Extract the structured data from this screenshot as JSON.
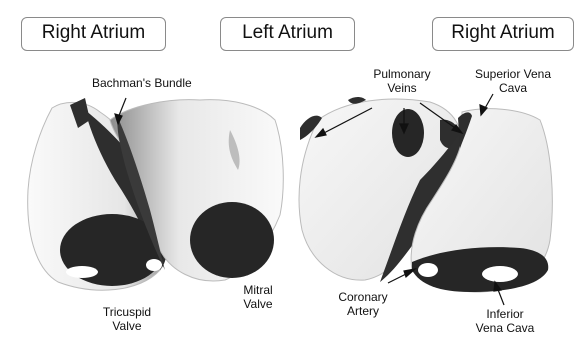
{
  "headers": {
    "left": "Right Atrium",
    "center": "Left Atrium",
    "right": "Right Atrium"
  },
  "labels": {
    "bachmans_bundle": "Bachman's Bundle",
    "pulmonary_veins_1": "Pulmonary",
    "pulmonary_veins_2": "Veins",
    "superior_vena_cava_1": "Superior Vena",
    "superior_vena_cava_2": "Cava",
    "tricuspid_valve_1": "Tricuspid",
    "tricuspid_valve_2": "Valve",
    "mitral_valve_1": "Mitral",
    "mitral_valve_2": "Valve",
    "coronary_artery_1": "Coronary",
    "coronary_artery_2": "Artery",
    "inferior_vena_cava_1": "Inferior",
    "inferior_vena_cava_2": "Vena Cava"
  },
  "colors": {
    "tissue_light": "#f2f2f2",
    "tissue_shadow": "#2e2e2e",
    "valve_dark": "#262626",
    "border": "#8a8a8a"
  }
}
